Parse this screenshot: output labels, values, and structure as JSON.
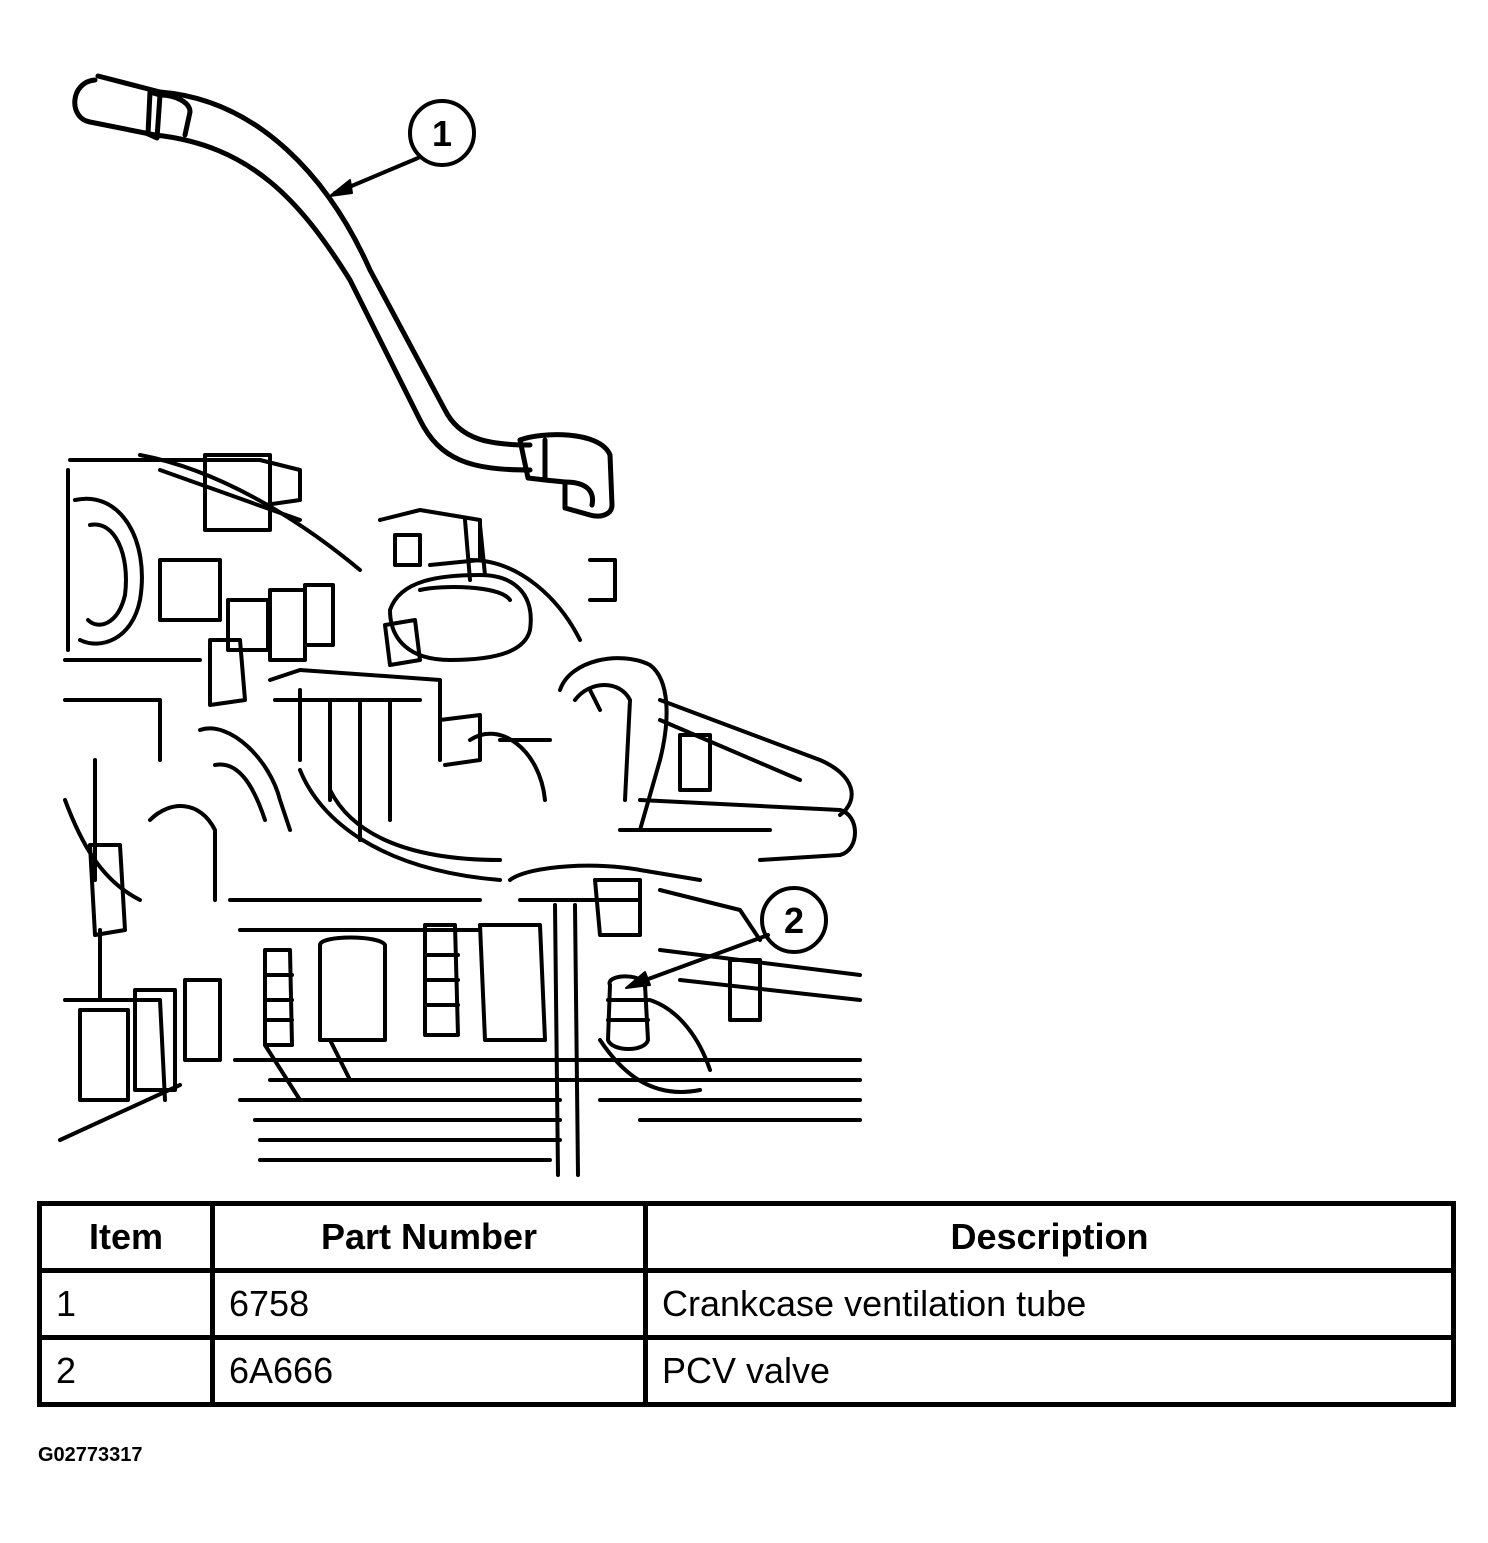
{
  "callouts": [
    {
      "number": "1"
    },
    {
      "number": "2"
    }
  ],
  "table": {
    "headers": [
      "Item",
      "Part Number",
      "Description"
    ],
    "rows": [
      {
        "item": "1",
        "part_number": "6758",
        "description": "Crankcase ventilation tube"
      },
      {
        "item": "2",
        "part_number": "6A666",
        "description": "PCV valve"
      }
    ]
  },
  "figure_id": "G02773317"
}
